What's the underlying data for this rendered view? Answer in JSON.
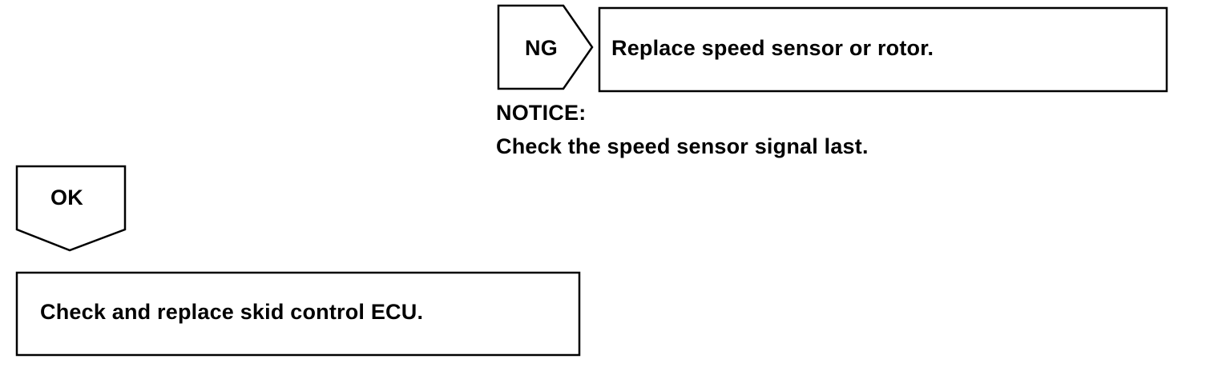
{
  "ng_branch": {
    "tag": "NG",
    "action": "Replace speed sensor or rotor."
  },
  "notice": {
    "heading": "NOTICE:",
    "text": "Check the speed sensor signal last."
  },
  "ok_branch": {
    "tag": "OK",
    "action": "Check and replace skid control ECU."
  }
}
